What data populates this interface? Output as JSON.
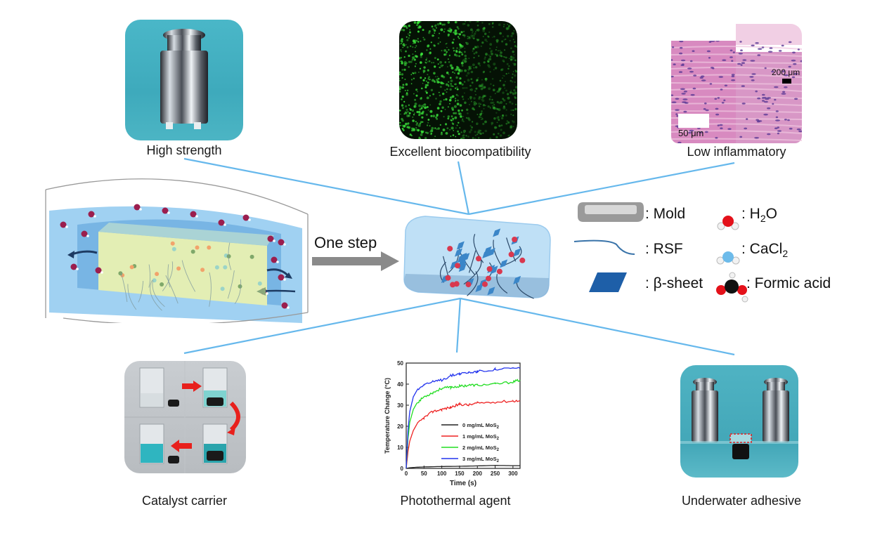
{
  "center": {
    "arrow_label": "One step"
  },
  "panels": {
    "high_strength": {
      "caption": "High strength"
    },
    "biocompatibility": {
      "caption": "Excellent biocompatibility"
    },
    "low_inflammatory": {
      "caption": "Low inflammatory",
      "scale_a": "200 μm",
      "scale_b": "50 μm"
    },
    "catalyst_carrier": {
      "caption": "Catalyst carrier"
    },
    "photothermal": {
      "caption": "Photothermal agent"
    },
    "underwater_adhesive": {
      "caption": "Underwater adhesive"
    }
  },
  "legend": {
    "mold": ": Mold",
    "rsf": ": RSF",
    "beta_sheet": ": β-sheet",
    "h2o": {
      "prefix": ": H",
      "sub": "2",
      "suffix": "O"
    },
    "cacl2": {
      "prefix": ": CaCl",
      "sub": "2"
    },
    "formic_acid": ": Formic acid"
  },
  "colors": {
    "connector": "#66b8ec",
    "water_blue": "#8fc9f0",
    "gel_yellow": "#e3eeb4",
    "arrow_gray": "#8a8a8a",
    "tile_teal": "#4fb3c3"
  },
  "chart_data": {
    "type": "line",
    "title": "",
    "xlabel": "Time (s)",
    "ylabel": "Temperature Change (°C)",
    "xlim": [
      0,
      320
    ],
    "ylim": [
      0,
      50
    ],
    "xticks": [
      "0",
      "50",
      "100",
      "150",
      "200",
      "250",
      "300"
    ],
    "yticks": [
      "0",
      "10",
      "20",
      "30",
      "40",
      "50"
    ],
    "legend_position": "center-right",
    "series": [
      {
        "name": "0 mg/mL MoS2",
        "label_prefix": "0 mg/mL MoS",
        "label_sub": "2",
        "color": "#222222",
        "x": [
          0,
          10,
          25,
          50,
          100,
          150,
          200,
          250,
          300,
          320
        ],
        "y": [
          0,
          0.3,
          0.5,
          0.7,
          0.9,
          1.0,
          1.2,
          1.4,
          1.3,
          1.3
        ]
      },
      {
        "name": "1 mg/mL MoS2",
        "label_prefix": "1 mg/mL MoS",
        "label_sub": "2",
        "color": "#ee2222",
        "x": [
          0,
          5,
          10,
          20,
          30,
          50,
          75,
          100,
          125,
          150,
          175,
          200,
          250,
          300,
          320
        ],
        "y": [
          0,
          8,
          13,
          18,
          21,
          24,
          27,
          28,
          29,
          30.5,
          30,
          31,
          31.5,
          32,
          32
        ]
      },
      {
        "name": "2 mg/mL MoS2",
        "label_prefix": "2 mg/mL MoS",
        "label_sub": "2",
        "color": "#22dd22",
        "x": [
          0,
          5,
          10,
          20,
          30,
          50,
          75,
          100,
          125,
          150,
          175,
          200,
          250,
          300,
          320
        ],
        "y": [
          0,
          14,
          22,
          28,
          31,
          34,
          36,
          38,
          38.5,
          39,
          39.5,
          39.5,
          40,
          41,
          42
        ]
      },
      {
        "name": "3 mg/mL MoS2",
        "label_prefix": "3 mg/mL MoS",
        "label_sub": "2",
        "color": "#2233ee",
        "x": [
          0,
          5,
          10,
          20,
          30,
          50,
          75,
          100,
          125,
          150,
          175,
          200,
          250,
          300,
          320
        ],
        "y": [
          0,
          18,
          27,
          34,
          37,
          40,
          41,
          42,
          44,
          45,
          45.5,
          46,
          47,
          47.5,
          47.5
        ]
      }
    ]
  }
}
